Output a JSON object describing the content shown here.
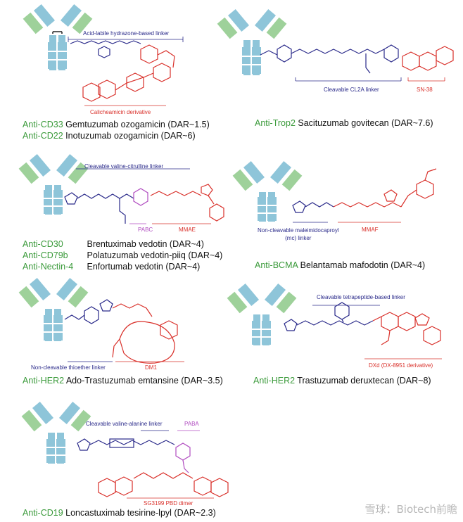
{
  "colors": {
    "antibody_heavy": "#8ec5d9",
    "antibody_light": "#9ed19a",
    "linker": "#2a2a8a",
    "payload": "#d9302a",
    "spacer": "#b04cc0",
    "target_text": "#3a9a3a"
  },
  "panels": [
    {
      "id": "gemtuzumab",
      "annotations": {
        "linker": "Acid-labile hydrazone-based linker",
        "payload": "Calicheamicin derivative"
      },
      "lines": [
        {
          "target": "Anti-CD33",
          "drug": "Gemtuzumab ozogamicin",
          "dar": "(DAR~1.5)"
        },
        {
          "target": "Anti-CD22",
          "drug": "Inotuzumab ozogamicin",
          "dar": "(DAR~6)"
        }
      ]
    },
    {
      "id": "sacituzumab",
      "annotations": {
        "linker": "Cleavable CL2A linker",
        "payload": "SN-38"
      },
      "lines": [
        {
          "target": "Anti-Trop2",
          "drug": "Sacituzumab govitecan",
          "dar": "(DAR~7.6)"
        }
      ]
    },
    {
      "id": "vedotin",
      "annotations": {
        "linker": "Cleavable valine-citrulline linker",
        "spacer": "PABC",
        "payload": "MMAE"
      },
      "lines": [
        {
          "target": "Anti-CD30",
          "drug": "Brentuximab vedotin",
          "dar": "(DAR~4)"
        },
        {
          "target": "Anti-CD79b",
          "drug": "Polatuzumab vedotin-piiq",
          "dar": "(DAR~4)"
        },
        {
          "target": "Anti-Nectin-4",
          "drug": "Enfortumab vedotin",
          "dar": "(DAR~4)"
        }
      ]
    },
    {
      "id": "belantamab",
      "annotations": {
        "linker": "Non-cleavable maleimidocaproyl\n(mc) linker",
        "payload": "MMAF"
      },
      "lines": [
        {
          "target": "Anti-BCMA",
          "drug": "Belantamab mafodotin",
          "dar": "(DAR~4)"
        }
      ]
    },
    {
      "id": "emtansine",
      "annotations": {
        "linker": "Non-cleavable thioether linker",
        "payload": "DM1"
      },
      "lines": [
        {
          "target": "Anti-HER2",
          "drug": "Ado-Trastuzumab emtansine",
          "dar": "(DAR~3.5)"
        }
      ]
    },
    {
      "id": "deruxtecan",
      "annotations": {
        "linker": "Cleavable tetrapeptide-based linker",
        "payload": "DXd (DX-8951 derivative)"
      },
      "lines": [
        {
          "target": "Anti-HER2",
          "drug": "Trastuzumab deruxtecan",
          "dar": "(DAR~8)"
        }
      ]
    },
    {
      "id": "tesirine",
      "annotations": {
        "linker": "Cleavable valine-alanine linker",
        "spacer": "PABA",
        "payload": "SG3199 PBD dimer"
      },
      "lines": [
        {
          "target": "Anti-CD19",
          "drug": "Loncastuximab tesirine-lpyl",
          "dar": "(DAR~2.3)"
        }
      ]
    }
  ],
  "watermark": "雪球：Biotech前瞻"
}
